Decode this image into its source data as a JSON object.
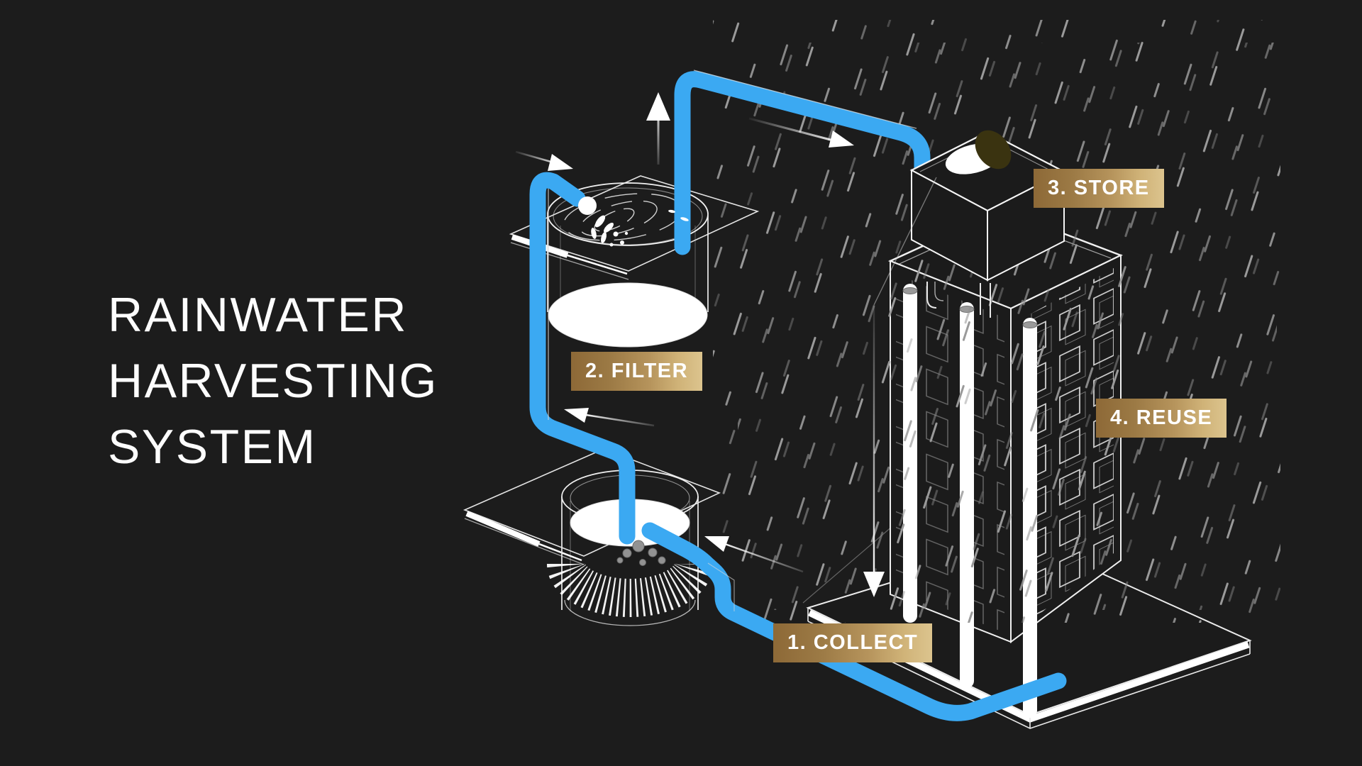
{
  "title": {
    "lines": [
      "RAINWATER",
      "HARVESTING",
      "SYSTEM"
    ],
    "color": "#ffffff"
  },
  "diagram": {
    "steps": [
      {
        "label": "1. COLLECT"
      },
      {
        "label": "2. FILTER"
      },
      {
        "label": "3. STORE"
      },
      {
        "label": "4. REUSE"
      }
    ],
    "colors": {
      "background": "#1c1c1c",
      "pipe_blue": "#3BA9F2",
      "badge_gradient_from": "#8d6937",
      "badge_gradient_to": "#dcc48e",
      "badge_text": "#ffffff",
      "wireframe_white": "#f0f0f0",
      "rain_gray": "#9a9a9a",
      "tank_lid_olive": "#3a3310"
    }
  }
}
